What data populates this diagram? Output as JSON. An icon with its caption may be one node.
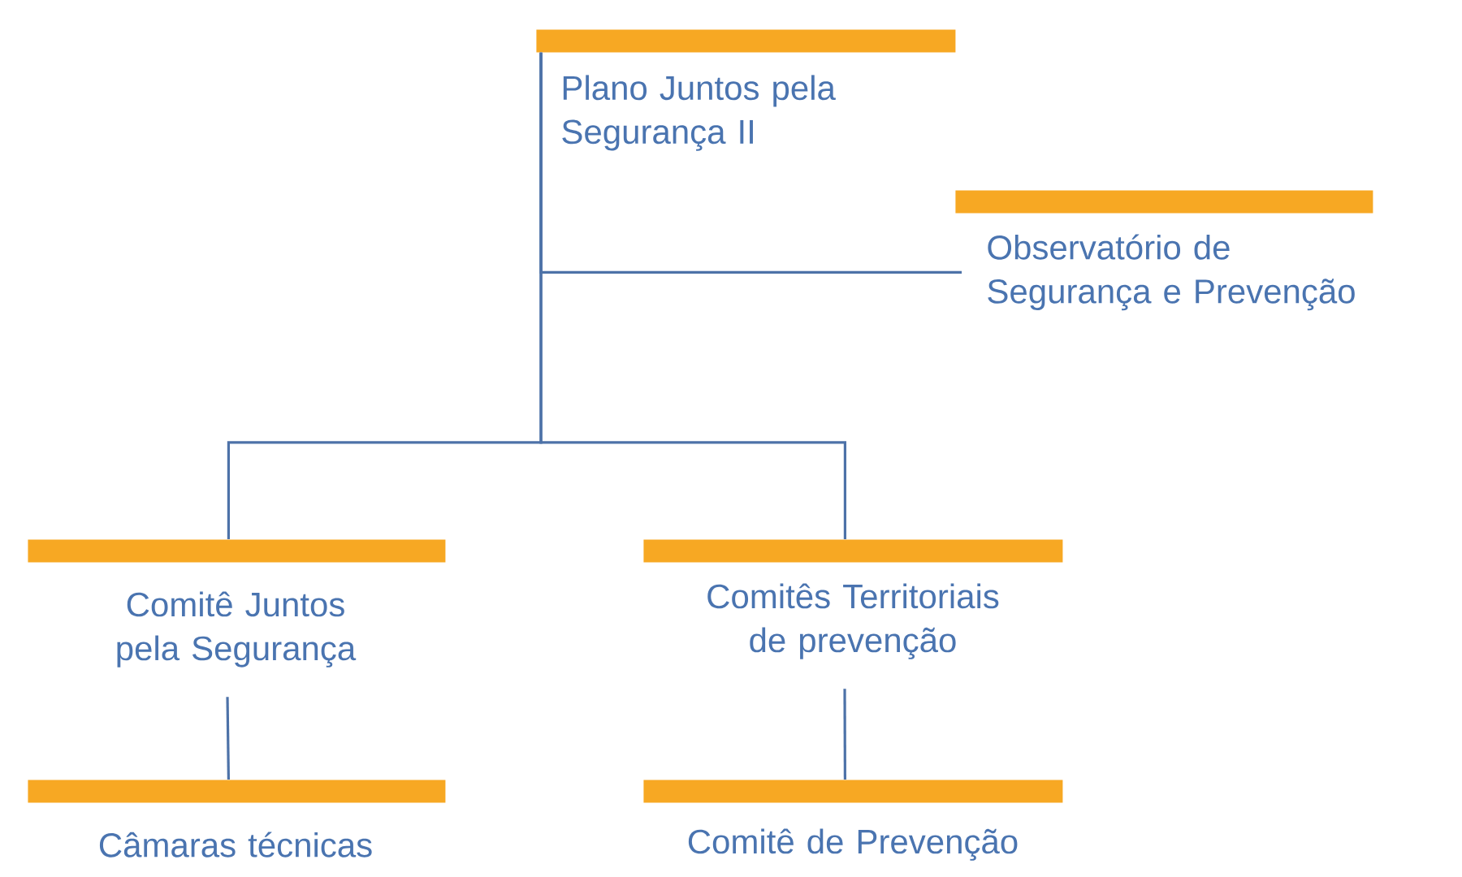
{
  "diagram": {
    "nodes": [
      {
        "text": [
          "Plano Juntos pela Segurança II"
        ]
      },
      {
        "text": [
          "Observatório de Segurança e Prevenção"
        ]
      },
      {
        "text": [
          "Comitê Juntos pela Segurança"
        ]
      },
      {
        "text": [
          "Comitês Territoriais de prevenção"
        ]
      },
      {
        "text": [
          "Câmaras técnicas"
        ]
      },
      {
        "text": [
          "Comitê de Prevenção"
        ]
      }
    ],
    "edges": [
      {
        "from": 0,
        "to": 1,
        "arrow": "none"
      },
      {
        "from": 0,
        "to": 2,
        "arrow": "none"
      },
      {
        "from": 0,
        "to": 3,
        "arrow": "none"
      },
      {
        "from": 2,
        "to": 4,
        "arrow": "none"
      },
      {
        "from": 3,
        "to": 5,
        "arrow": "none"
      }
    ]
  }
}
